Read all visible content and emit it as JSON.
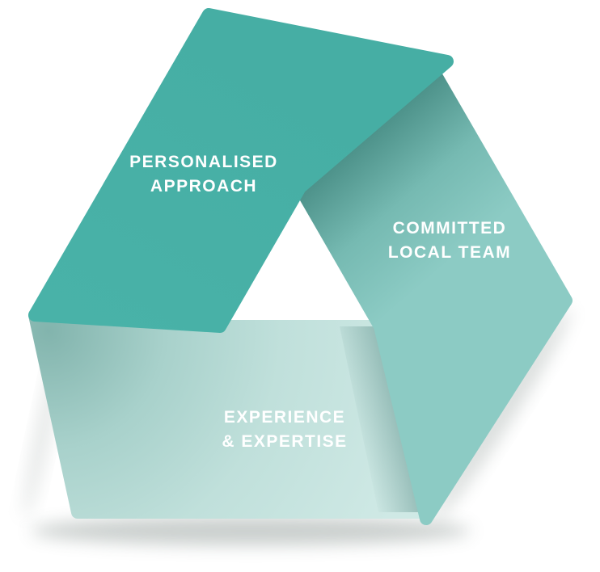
{
  "labels": {
    "personalised_approach": {
      "line1": "PERSONALISED",
      "line2": "APPROACH"
    },
    "committed_local_team": {
      "line1": "COMMITTED",
      "line2": "LOCAL TEAM"
    },
    "experience_expertise": {
      "line1": "EXPERIENCE",
      "line2": "& EXPERTISE"
    }
  },
  "colors": {
    "ribbon_dark": "#46aea4",
    "ribbon_medium": "#8ccbc4",
    "ribbon_light": "#cfe9e5",
    "fold_shadow": "#4a8f87",
    "label_text": "#ffffff",
    "drop_shadow": "#8b9693",
    "background": "#ffffff"
  }
}
